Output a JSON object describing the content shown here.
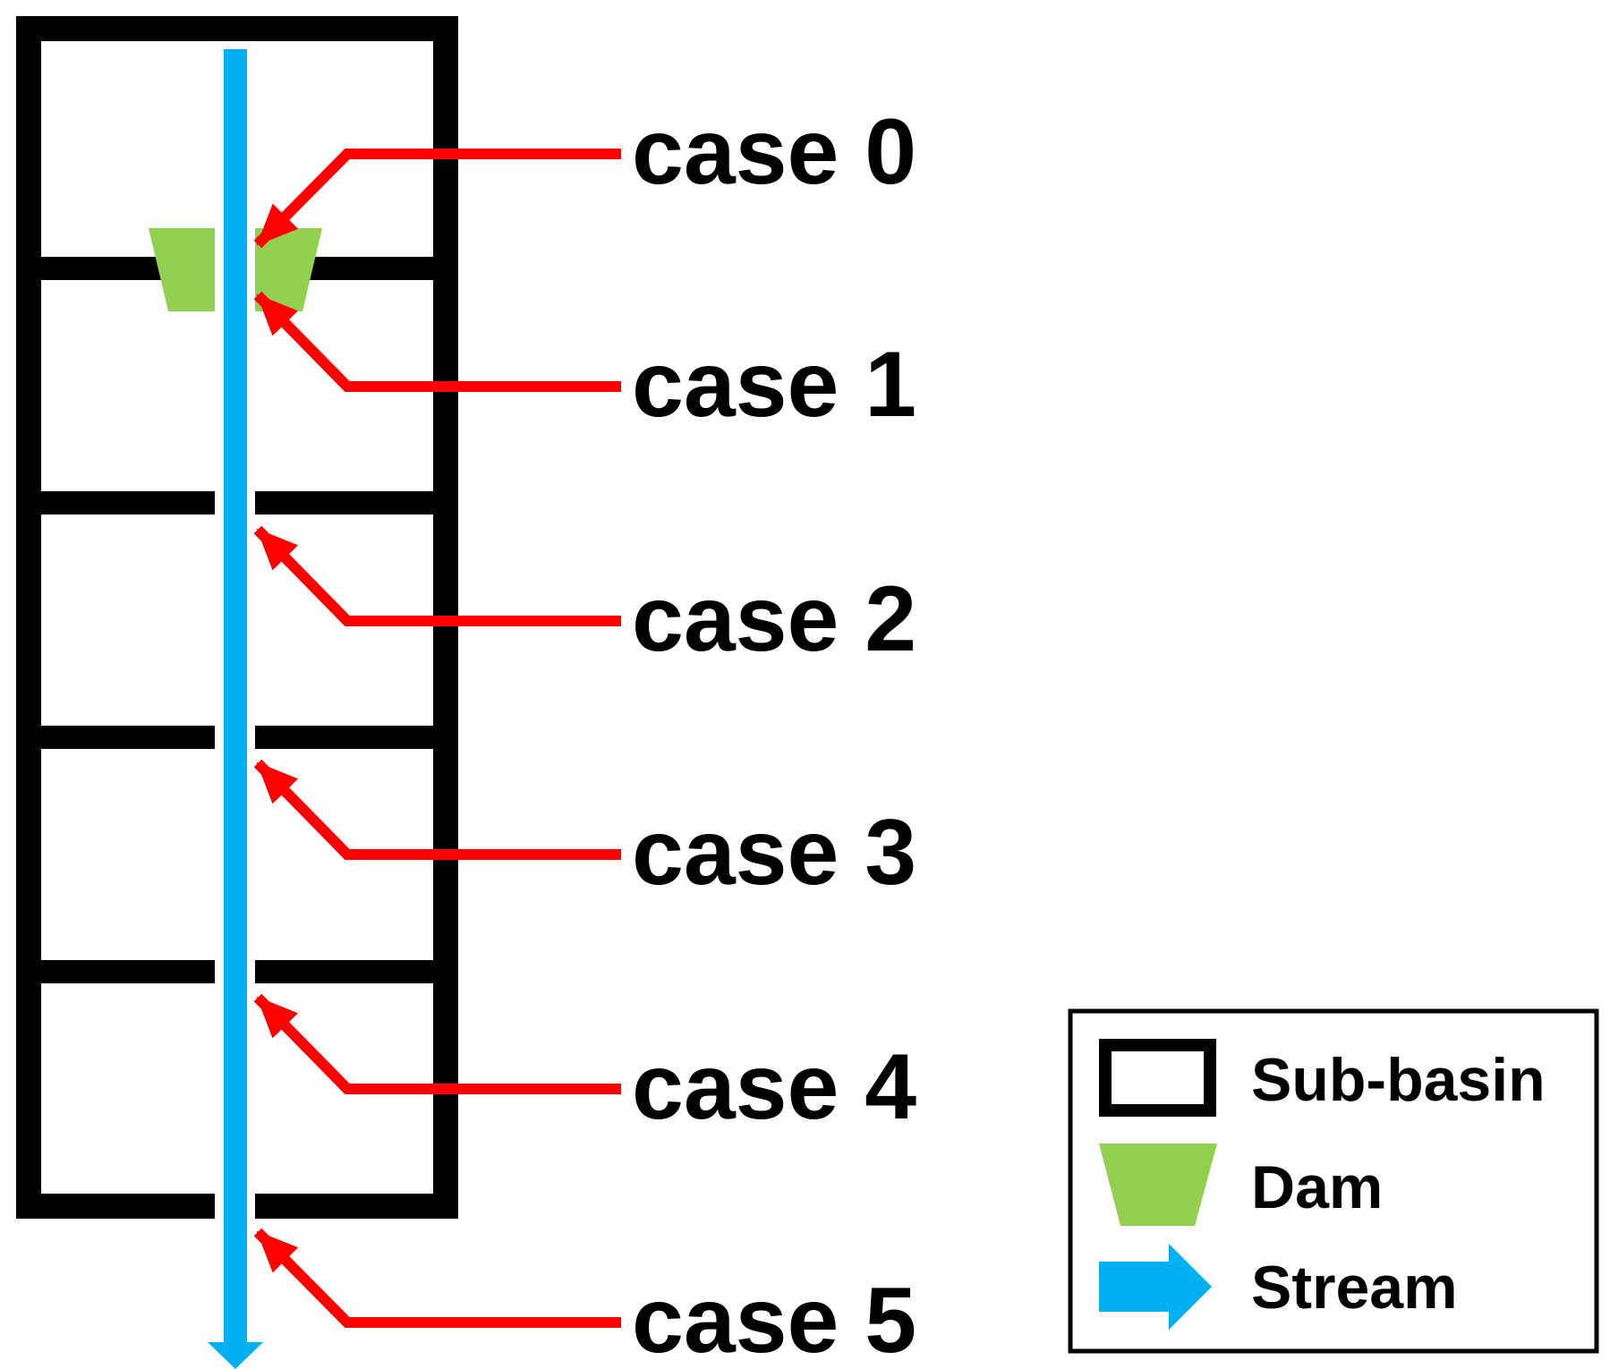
{
  "cases": [
    {
      "label": "case 0"
    },
    {
      "label": "case 1"
    },
    {
      "label": "case 2"
    },
    {
      "label": "case 3"
    },
    {
      "label": "case 4"
    },
    {
      "label": "case 5"
    }
  ],
  "legend": {
    "sub_basin": "Sub-basin",
    "dam": "Dam",
    "stream": "Stream"
  },
  "colors": {
    "sub_basin": "#000000",
    "dam": "#92d050",
    "stream": "#00b0f0",
    "arrow": "#ff0000"
  }
}
